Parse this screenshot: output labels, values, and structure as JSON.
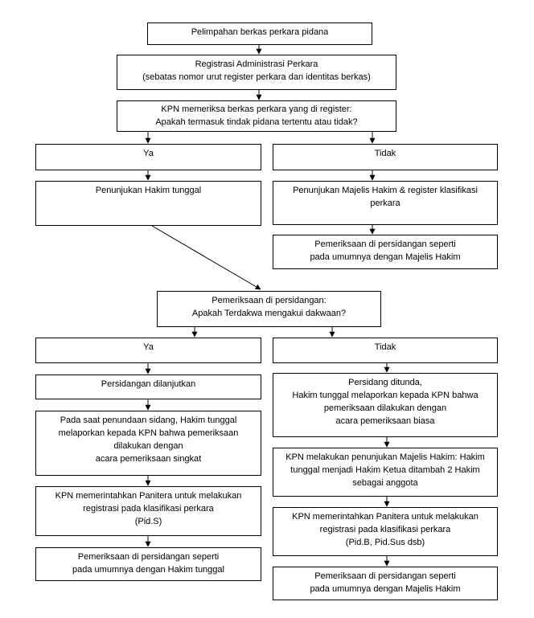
{
  "nodes": {
    "start": {
      "lines": [
        "Pelimpahan berkas perkara pidana"
      ]
    },
    "registrasi": {
      "lines": [
        "Registrasi Administrasi Perkara",
        "(sebatas nomor urut register perkara dan identitas berkas)"
      ]
    },
    "kpn_periksa": {
      "lines": [
        "KPN memeriksa berkas perkara yang di register:",
        "Apakah termasuk tindak pidana tertentu atau tidak?"
      ]
    },
    "ya1": {
      "lines": [
        "Ya"
      ]
    },
    "tidak1": {
      "lines": [
        "Tidak"
      ]
    },
    "hakim_tunggal": {
      "lines": [
        "Penunjukan Hakim tunggal"
      ]
    },
    "majelis": {
      "lines": [
        "Penunjukan Majelis Hakim & register klasifikasi",
        "perkara"
      ]
    },
    "periksa_majelis1": {
      "lines": [
        "Pemeriksaan di persidangan seperti",
        "pada umumnya dengan Majelis Hakim"
      ]
    },
    "pemeriksaan_sidang": {
      "lines": [
        "Pemeriksaan di persidangan:",
        "Apakah Terdakwa mengakui dakwaan?"
      ]
    },
    "ya2": {
      "lines": [
        "Ya"
      ]
    },
    "tidak2": {
      "lines": [
        "Tidak"
      ]
    },
    "dilanjutkan": {
      "lines": [
        "Persidangan dilanjutkan"
      ]
    },
    "penundaan": {
      "lines": [
        "Pada saat penundaan sidang, Hakim tunggal",
        "melaporkan kepada KPN bahwa pemeriksaan",
        "dilakukan dengan",
        "acara pemeriksaan singkat"
      ]
    },
    "panitera_s": {
      "lines": [
        "KPN memerintahkan Panitera untuk melakukan",
        "registrasi pada klasifikasi perkara",
        "(Pid.S)"
      ]
    },
    "periksa_tunggal": {
      "lines": [
        "Pemeriksaan di persidangan seperti",
        "pada umumnya dengan Hakim tunggal"
      ]
    },
    "ditunda": {
      "lines": [
        "Persidang ditunda,",
        "Hakim tunggal melaporkan kepada KPN bahwa",
        "pemeriksaan dilakukan dengan",
        "acara pemeriksaan biasa"
      ]
    },
    "penunjukan_majelis": {
      "lines": [
        "KPN melakukan penunjukan Majelis Hakim: Hakim",
        "tunggal menjadi Hakim Ketua ditambah 2 Hakim",
        "sebagai anggota"
      ]
    },
    "panitera_b": {
      "lines": [
        "KPN memerintahkan Panitera untuk melakukan",
        "registrasi pada klasifikasi perkara",
        "(Pid.B, Pid.Sus dsb)"
      ]
    },
    "periksa_majelis2": {
      "lines": [
        "Pemeriksaan di persidangan seperti",
        "pada umumnya dengan Majelis Hakim"
      ]
    }
  }
}
